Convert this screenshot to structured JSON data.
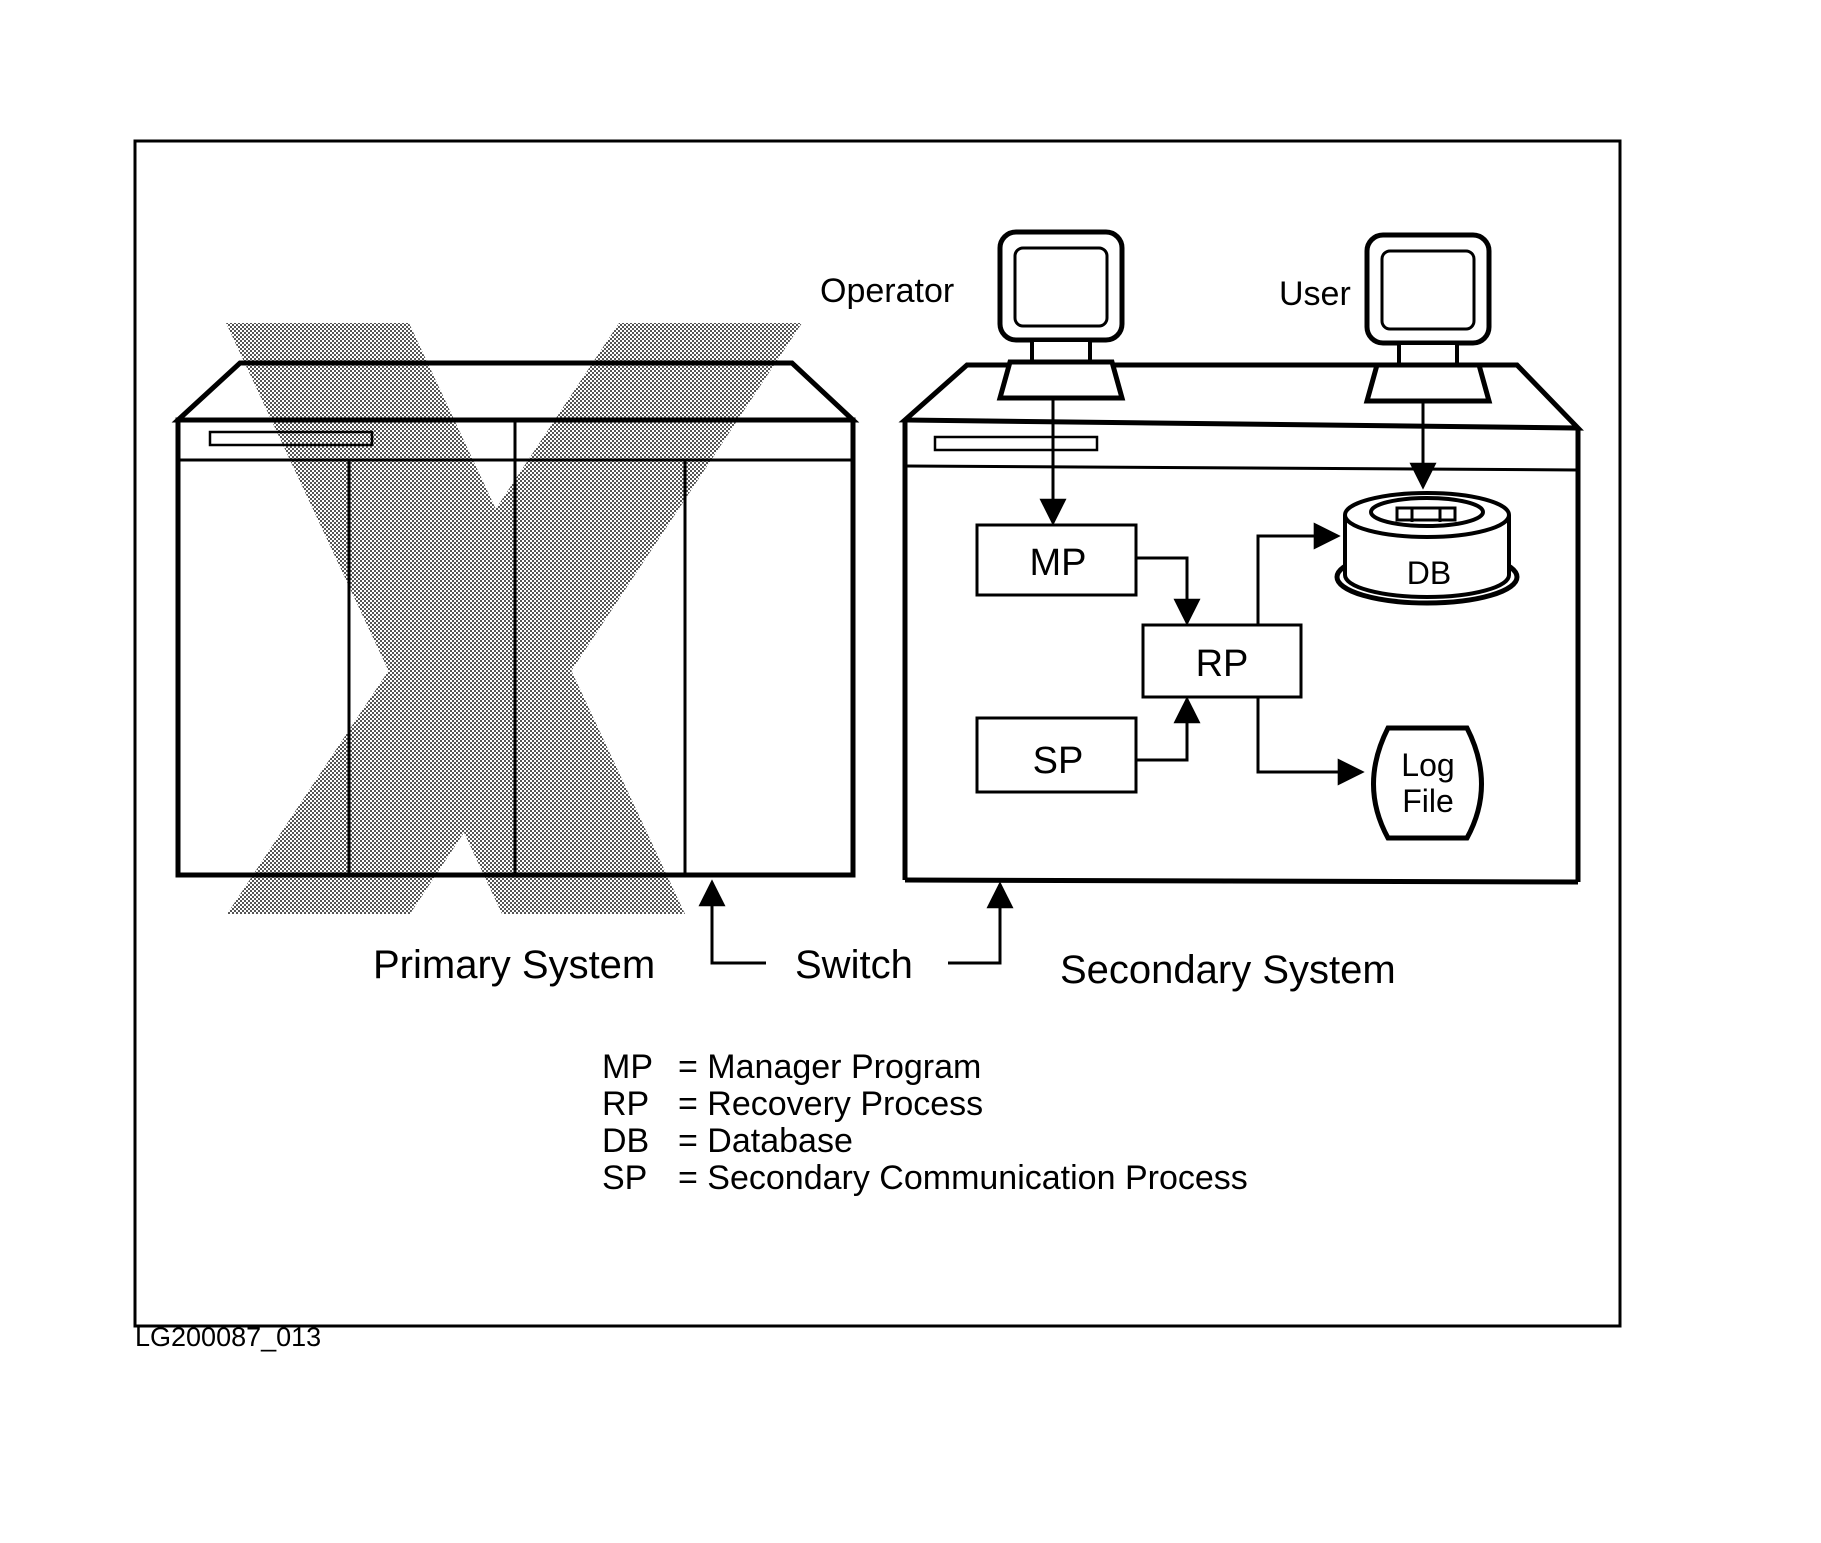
{
  "labels": {
    "operator": "Operator",
    "user": "User",
    "mp": "MP",
    "rp": "RP",
    "sp": "SP",
    "db": "DB",
    "log_line1": "Log",
    "log_line2": "File",
    "primary_system": "Primary System",
    "switch": "Switch",
    "secondary_system": "Secondary System"
  },
  "legend": [
    {
      "abbr": "MP",
      "text": "= Manager Program"
    },
    {
      "abbr": "RP",
      "text": "= Recovery Process"
    },
    {
      "abbr": "DB",
      "text": "= Database"
    },
    {
      "abbr": "SP",
      "text": "= Secondary Communication Process"
    }
  ],
  "figure_id": "LG200087_013"
}
